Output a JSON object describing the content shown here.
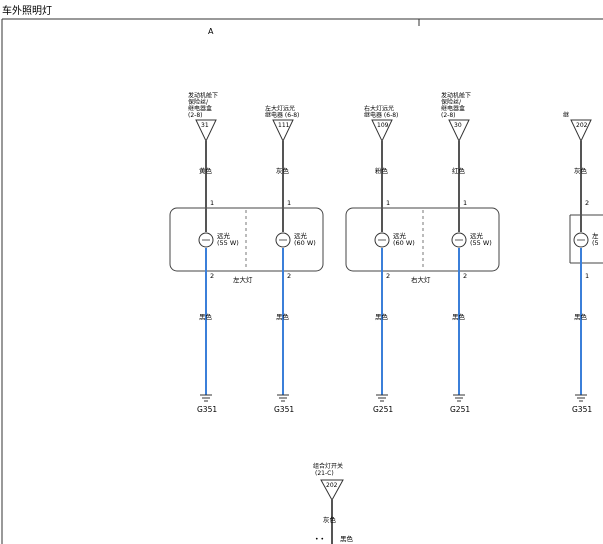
{
  "title": "车外照明灯",
  "column_label": "A",
  "sources": [
    {
      "lines": [
        "发动机舱下",
        "保险丝/",
        "继电器盒",
        "(2-8)"
      ],
      "pin": "31"
    },
    {
      "lines": [
        "左大灯远光",
        "继电器 (6-8)"
      ],
      "pin": "111"
    },
    {
      "lines": [
        "右大灯远光",
        "继电器 (6-8)"
      ],
      "pin": "109"
    },
    {
      "lines": [
        "发动机舱下",
        "保险丝/",
        "继电器盒",
        "(2-8)"
      ],
      "pin": "30"
    },
    {
      "lines": [
        "继"
      ],
      "pin": "202"
    }
  ],
  "wire_colors_top": [
    "黄色",
    "灰色",
    "粉色",
    "红色",
    "灰色"
  ],
  "wire_colors_bottom": [
    "黑色",
    "黑色",
    "黑色",
    "黑色",
    "黑色"
  ],
  "terminal_top": [
    "1",
    "1",
    "1",
    "1",
    "2"
  ],
  "terminal_bottom": [
    "2",
    "2",
    "2",
    "2",
    "1"
  ],
  "lamps": [
    {
      "l1": "远光",
      "l2": "(55 W)"
    },
    {
      "l1": "远光",
      "l2": "(60 W)"
    },
    {
      "l1": "远光",
      "l2": "(60 W)"
    },
    {
      "l1": "远光",
      "l2": "(55 W)"
    },
    {
      "l1": "左",
      "l2": "(5"
    }
  ],
  "assemblies": [
    "左大灯",
    "右大灯"
  ],
  "grounds": [
    "G351",
    "G351",
    "G251",
    "G251",
    "G351"
  ],
  "bottom_source": {
    "lines": [
      "组合灯开关",
      "(21-C)"
    ],
    "pin": "202"
  },
  "bottom_wire_color": "灰色",
  "bottom_extra_label": "黑色",
  "colors": {
    "wire_dark": "#555555",
    "wire_blue": "#3b7fd9",
    "frame": "#333333"
  }
}
